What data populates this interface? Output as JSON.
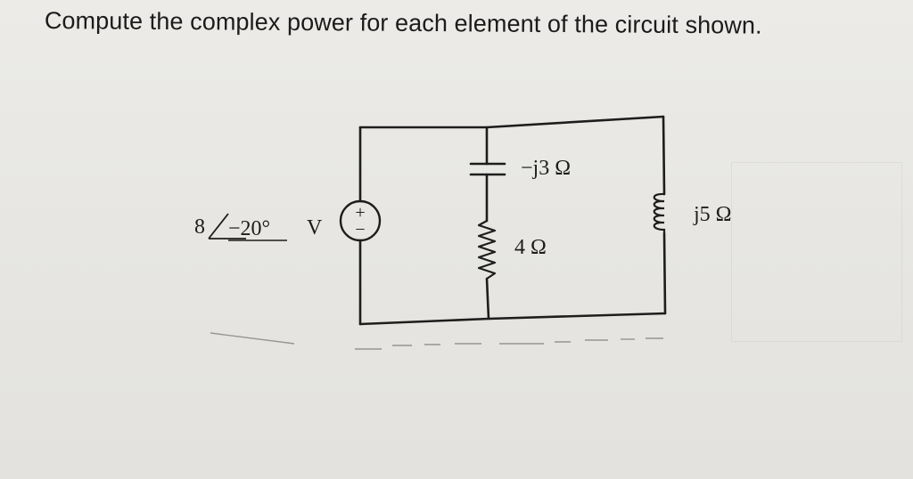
{
  "question": {
    "text": "Compute the complex power for each element of the circuit shown."
  },
  "circuit": {
    "source": {
      "magnitude": "8",
      "angle": "−20°",
      "unit": "V",
      "plus": "+",
      "minus": "−"
    },
    "capacitor": {
      "label": "−j3 Ω"
    },
    "resistor": {
      "label": "4 Ω"
    },
    "inductor": {
      "label": "j5 Ω"
    }
  },
  "colors": {
    "ink": "#1d1d1d",
    "paper": "#e9e8e4"
  }
}
